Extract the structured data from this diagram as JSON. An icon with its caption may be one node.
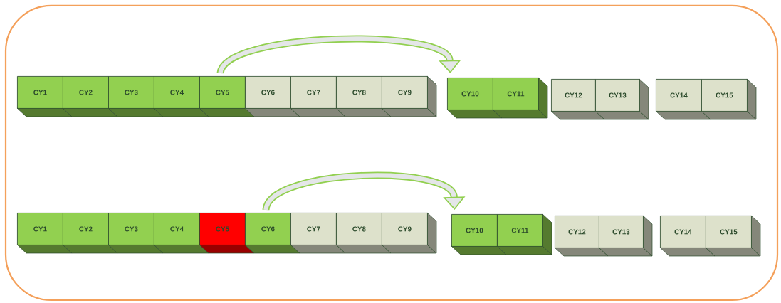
{
  "diagram": {
    "nodes": [
      {
        "text": [
          "CY1"
        ]
      },
      {
        "text": [
          "CY2"
        ]
      },
      {
        "text": [
          "CY3"
        ]
      },
      {
        "text": [
          "CY4"
        ]
      },
      {
        "text": [
          "CY5"
        ]
      },
      {
        "text": [
          "CY6"
        ]
      },
      {
        "text": [
          "CY7"
        ]
      },
      {
        "text": [
          "CY8"
        ]
      },
      {
        "text": [
          "CY9"
        ]
      },
      {
        "text": [
          "CY10"
        ]
      },
      {
        "text": [
          "CY11"
        ]
      },
      {
        "text": [
          "CY12"
        ]
      },
      {
        "text": [
          "CY13"
        ]
      },
      {
        "text": [
          "CY14"
        ]
      },
      {
        "text": [
          "CY15"
        ]
      },
      {
        "text": [
          "CY1"
        ]
      },
      {
        "text": [
          "CY2"
        ]
      },
      {
        "text": [
          "CY3"
        ]
      },
      {
        "text": [
          "CY4"
        ]
      },
      {
        "text": [
          "CY5"
        ]
      },
      {
        "text": [
          "CY6"
        ]
      },
      {
        "text": [
          "CY7"
        ]
      },
      {
        "text": [
          "CY8"
        ]
      },
      {
        "text": [
          "CY9"
        ]
      },
      {
        "text": [
          "CY10"
        ]
      },
      {
        "text": [
          "CY11"
        ]
      },
      {
        "text": [
          "CY12"
        ]
      },
      {
        "text": [
          "CY13"
        ]
      },
      {
        "text": [
          "CY14"
        ]
      },
      {
        "text": [
          "CY15"
        ]
      }
    ],
    "edges": [
      {
        "from": 4,
        "to": 9,
        "arrow": "to"
      },
      {
        "from": 20,
        "to": 24,
        "arrow": "to"
      }
    ]
  }
}
